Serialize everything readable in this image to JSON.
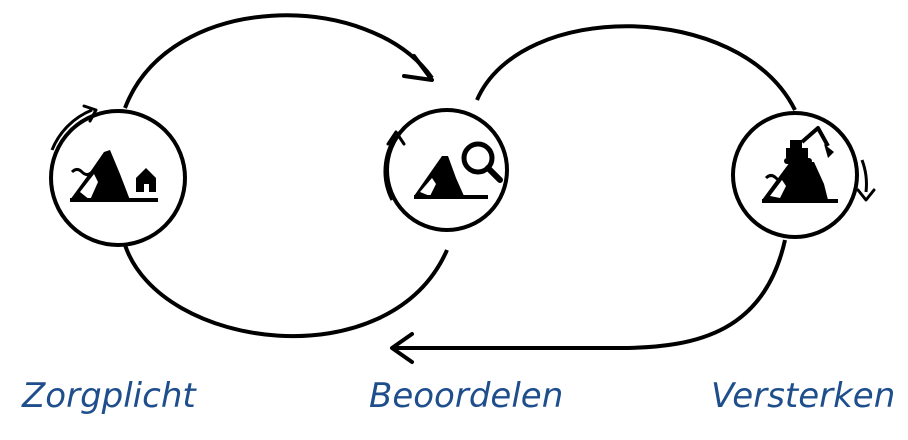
{
  "diagram": {
    "stages": [
      {
        "label": "Zorgplicht",
        "icon": "dike-with-house-icon"
      },
      {
        "label": "Beoordelen",
        "icon": "dike-magnifier-icon"
      },
      {
        "label": "Versterken",
        "icon": "dike-excavator-icon"
      }
    ],
    "colors": {
      "line": "#000000",
      "label": "#1f4e8c"
    }
  }
}
